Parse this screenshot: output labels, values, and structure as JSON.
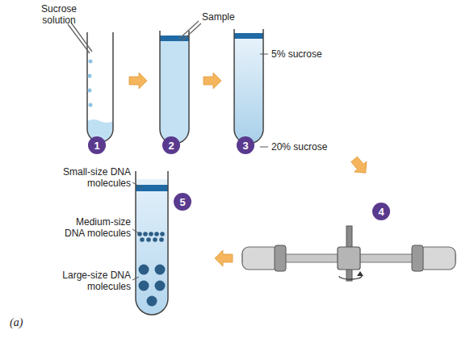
{
  "diagram": {
    "nodes": [
      {
        "text": [
          "1"
        ]
      },
      {
        "text": [
          "2"
        ]
      },
      {
        "text": [
          "3"
        ]
      },
      {
        "text": [
          "4"
        ]
      },
      {
        "text": [
          "5"
        ]
      }
    ],
    "labels": [
      "Sucrose solution",
      "Sample",
      "5% sucrose",
      "20% sucrose",
      "Small-size DNA molecules",
      "Medium-size DNA molecules",
      "Large-size DNA molecules",
      "(a)"
    ]
  }
}
